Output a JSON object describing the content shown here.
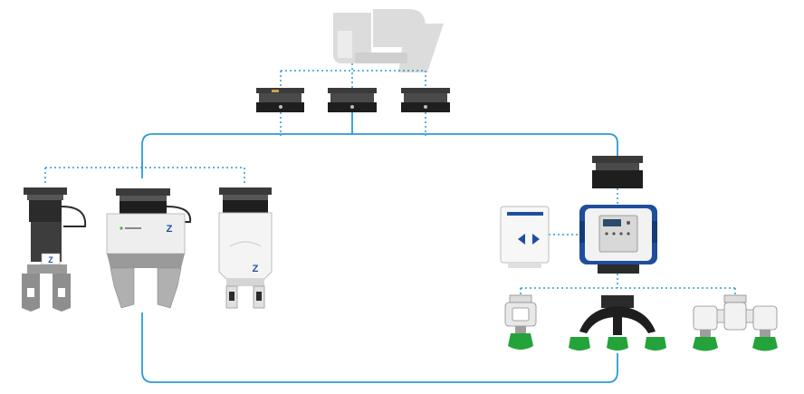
{
  "diagram": {
    "colors": {
      "connector": "#2b9bd6",
      "robot": "#dcdcdc",
      "dark": "#2b2b2b",
      "steel": "#8c8c8c",
      "light_steel": "#e6e6e6",
      "accent_blue": "#1f4e9e",
      "suction_green": "#23a339"
    },
    "gripper_logo_1": "Z",
    "gripper_logo_2": "Z",
    "gripper_logo_3": "Z"
  }
}
